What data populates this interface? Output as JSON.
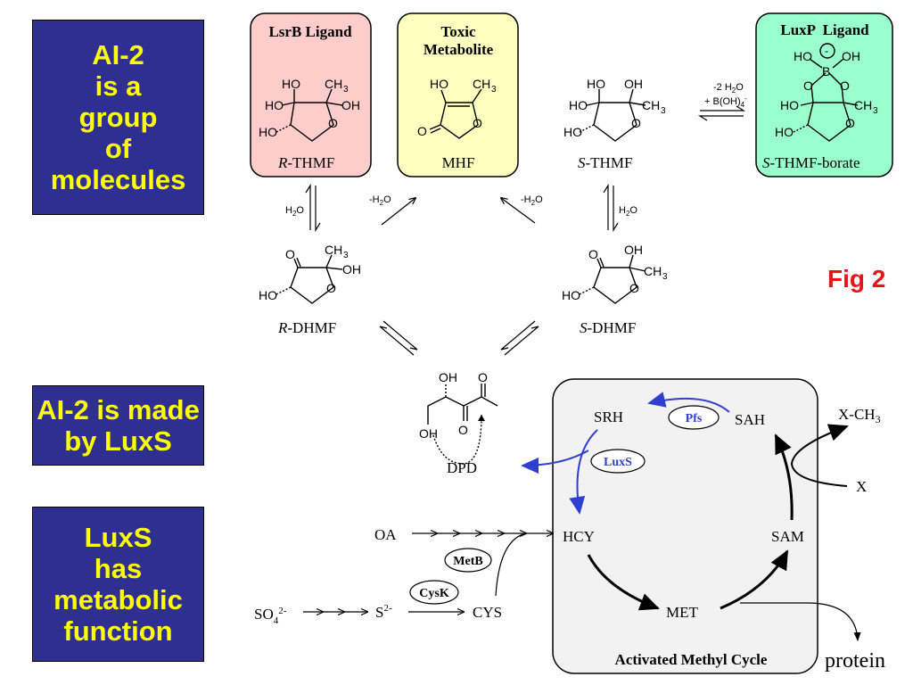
{
  "panels": {
    "ai2_group": [
      "AI-2",
      "is a",
      "group",
      "of",
      "molecules"
    ],
    "made_by_luxs": [
      "AI-2 is made",
      "by LuxS"
    ],
    "metabolic": [
      "LuxS",
      "has",
      "metabolic",
      "function"
    ]
  },
  "fig_label": "Fig 2",
  "boxes": {
    "lsrb_title": "LsrB Ligand",
    "toxic_title": [
      "Toxic",
      "Metabolite"
    ],
    "luxp_title": "LuxP  Ligand"
  },
  "compounds": {
    "r_thmf_prefix": "R",
    "r_thmf_rest": "-THMF",
    "mhf": "MHF",
    "s_thmf_prefix": "S",
    "s_thmf_rest": "-THMF",
    "borate_prefix": "S",
    "borate_rest": "-THMF-borate",
    "r_dhmf_prefix": "R",
    "r_dhmf_rest": "-DHMF",
    "s_dhmf_prefix": "S",
    "s_dhmf_rest": "-DHMF",
    "dpd": "DPD"
  },
  "reactions": {
    "h2o": "H",
    "minus_h2o": "-H",
    "borate_line1": "-2 H",
    "borate_line2": "+ B(OH)"
  },
  "cycle": {
    "title": "Activated Methyl Cycle",
    "srh": "SRH",
    "sah": "SAH",
    "hcy": "HCY",
    "sam": "SAM",
    "met": "MET",
    "xch3": "X-CH",
    "x": "X",
    "protein": "protein",
    "pfs": "Pfs",
    "luxs": "LuxS"
  },
  "pathway": {
    "oa": "OA",
    "so4": "SO",
    "s2": "S",
    "cys": "CYS",
    "metb": "MetB",
    "cysk": "CysK"
  },
  "colors": {
    "panel_bg": "#2e2f8f",
    "panel_text": "#ffff00",
    "fig": "#e8141b",
    "lsrb_box": "#ffcccc",
    "toxic_box": "#ffffc0",
    "luxp_box": "#99ffcc",
    "cycle_box": "#f2f2f2",
    "enzyme_blue": "#2f3fd0"
  }
}
